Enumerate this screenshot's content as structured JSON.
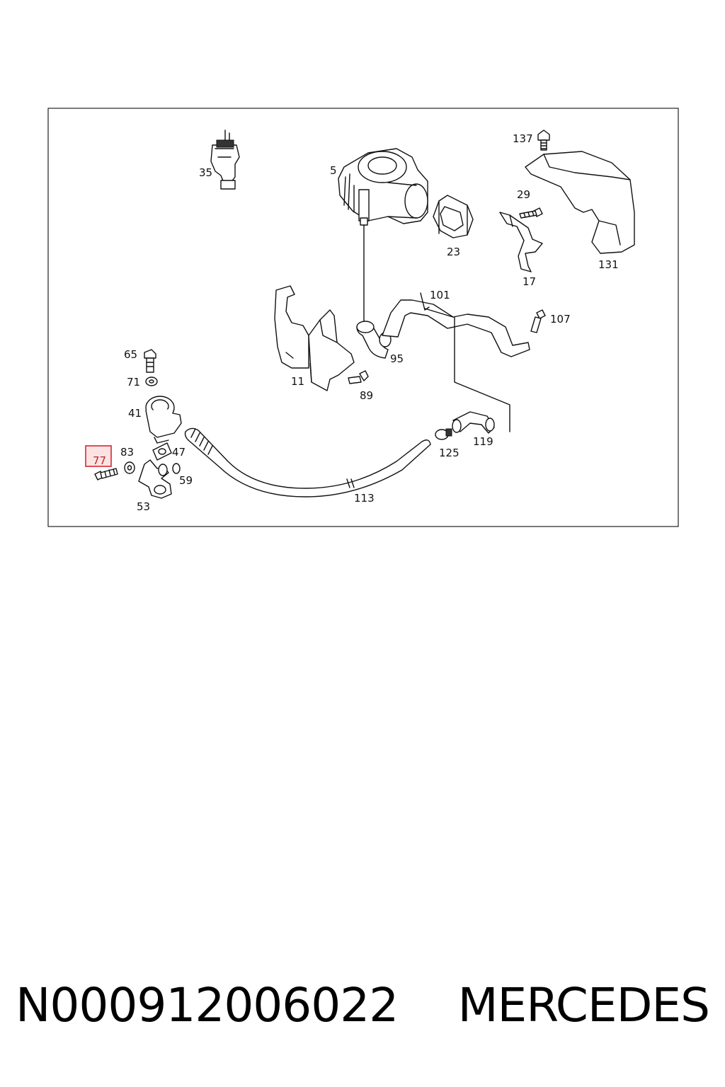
{
  "diagram": {
    "highlighted_part": "77",
    "labels": {
      "p5": "5",
      "p11": "11",
      "p17": "17",
      "p23": "23",
      "p29": "29",
      "p35": "35",
      "p41": "41",
      "p47": "47",
      "p53": "53",
      "p59": "59",
      "p65": "65",
      "p71": "71",
      "p77": "77",
      "p83": "83",
      "p89": "89",
      "p95": "95",
      "p101": "101",
      "p107": "107",
      "p113": "113",
      "p119": "119",
      "p125": "125",
      "p131": "131",
      "p137": "137"
    }
  },
  "footer": {
    "part_number": "N000912006022",
    "brand": "MERCEDES"
  },
  "colors": {
    "highlight_border": "#d7262e",
    "highlight_fill": "#fbe3e4",
    "line": "#111111"
  }
}
